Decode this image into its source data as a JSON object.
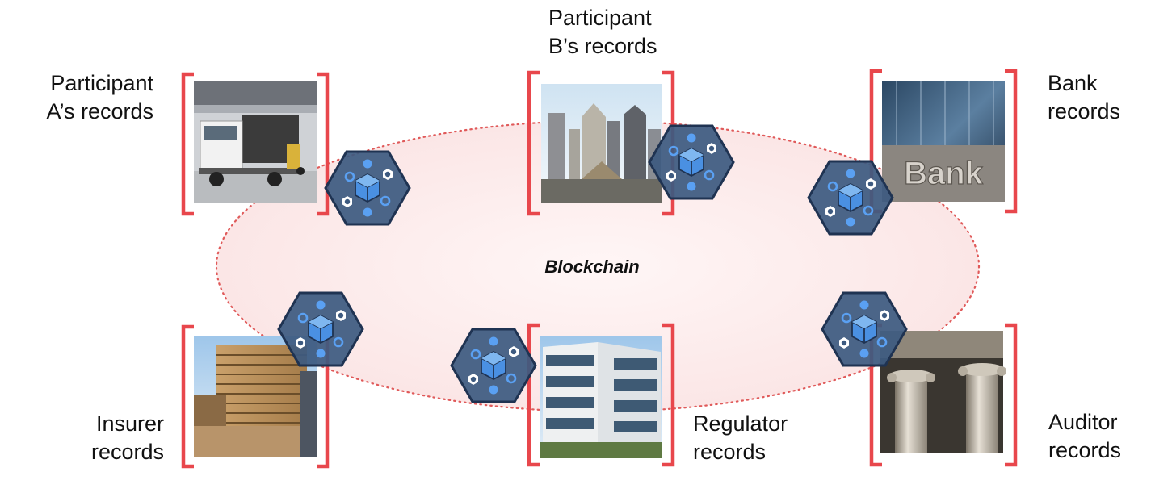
{
  "center_label": "Blockchain",
  "participants": [
    {
      "id": "participant-a",
      "line1": "Participant",
      "line2": "A’s records",
      "image": "truck-loading-dock-photo"
    },
    {
      "id": "participant-b",
      "line1": "Participant",
      "line2": "B’s records",
      "image": "city-skyline-photo"
    },
    {
      "id": "bank",
      "line1": "Bank",
      "line2": "records",
      "image": "bank-building-photo"
    },
    {
      "id": "insurer",
      "line1": "Insurer",
      "line2": "records",
      "image": "office-tower-photo"
    },
    {
      "id": "regulator",
      "line1": "Regulator",
      "line2": "records",
      "image": "glass-office-building-photo"
    },
    {
      "id": "auditor",
      "line1": "Auditor",
      "line2": "records",
      "image": "classical-columns-photo"
    }
  ],
  "node_icon": "blockchain-node-icon",
  "colors": {
    "bracket": "#e8474c",
    "ring_dots": "#e05a5a",
    "ring_fill": "#fdeeee",
    "hex_fill": "#3d5a80",
    "hex_stroke": "#1f3352",
    "cube": "#4a90e2",
    "accent": "#5aa0f2"
  }
}
